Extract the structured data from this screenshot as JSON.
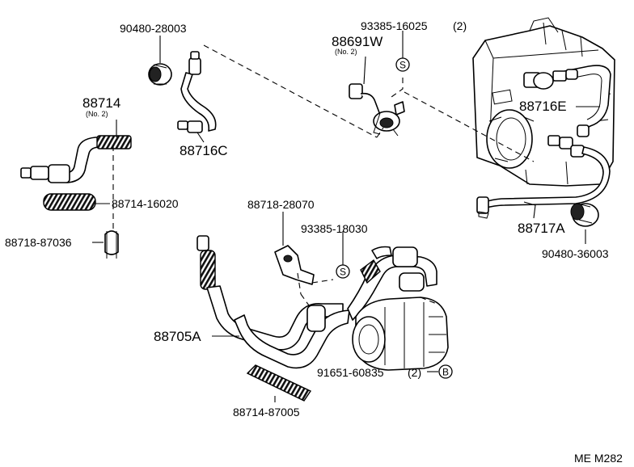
{
  "labels": {
    "p90480_28003": "90480-28003",
    "p88714": "88714",
    "p88714_no2": "(No. 2)",
    "p88716c": "88716C",
    "p88714_16020": "88714-16020",
    "p88718_87036": "88718-87036",
    "p93385_16025": "93385-16025",
    "p93385_16025_qty": "(2)",
    "p88691w": "88691W",
    "p88691w_no2": "(No. 2)",
    "p88716e": "88716E",
    "p88717a": "88717A",
    "p90480_36003": "90480-36003",
    "p88718_28070": "88718-28070",
    "p93385_18030": "93385-18030",
    "p88705a": "88705A",
    "p91651_60835": "91651-60835",
    "p91651_60835_qty": "(2)",
    "p88714_87005": "88714-87005",
    "ref_code": "ME M282"
  },
  "markers": {
    "s_top": "S",
    "s_mid": "S",
    "b_bottom": "B"
  }
}
